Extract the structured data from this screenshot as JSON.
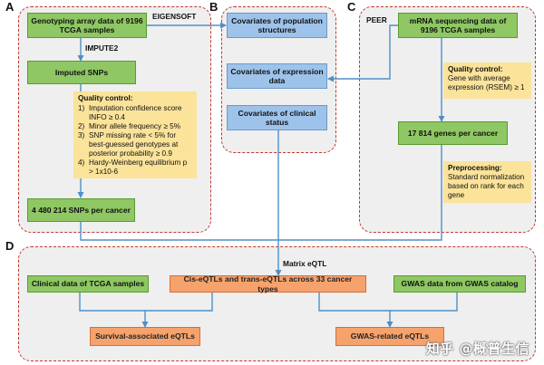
{
  "panels": {
    "a": "A",
    "b": "B",
    "c": "C",
    "d": "D"
  },
  "panel_a": {
    "genotyping": "Genotyping array data of 9196 TCGA samples",
    "impute_label": "IMPUTE2",
    "imputed": "Imputed SNPs",
    "qc_title": "Quality control:",
    "qc_items": [
      {
        "num": "1)",
        "text": "Imputation confidence score INFO ≥ 0.4"
      },
      {
        "num": "2)",
        "text": "Minor allele frequency ≥  5%"
      },
      {
        "num": "3)",
        "text": "SNP missing rate <  5% for best-guessed genotypes at posterior probability ≥ 0.9"
      },
      {
        "num": "4)",
        "text": "Hardy-Weinberg equilibrium p > 1x10-6"
      }
    ],
    "snps": "4 480 214 SNPs per cancer"
  },
  "panel_b": {
    "eigensoft_label": "EIGENSOFT",
    "population": "Covariates of population structures",
    "expression": "Covariates of expression data",
    "clinical": "Covariates of clinical status"
  },
  "panel_c": {
    "peer_label": "PEER",
    "mrna": "mRNA sequencing data of 9196 TCGA samples",
    "qc_title": "Quality control:",
    "qc_text": "Gene with average expression (RSEM) ≥ 1",
    "genes": "17 814 genes per cancer",
    "pre_title": "Preprocessing:",
    "pre_text": "Standard normalization based on rank for each gene"
  },
  "panel_d": {
    "matrix_label": "Matrix eQTL",
    "clinical_data": "Clinical data of TCGA samples",
    "cis_trans": "Cis-eQTLs and trans-eQTLs across 33 cancer types",
    "gwas_data": "GWAS data from GWAS catalog",
    "survival": "Survival-associated eQTLs",
    "gwas_related": "GWAS-related eQTLs"
  },
  "watermark": "知乎 @概普生信",
  "colors": {
    "panel_border": "#c0392b",
    "panel_fill": "#efefef",
    "green": "#8ec763",
    "blue": "#9ec3ea",
    "orange": "#f6a26d",
    "note": "#fbe39a",
    "arrow": "#4f8fc6"
  }
}
